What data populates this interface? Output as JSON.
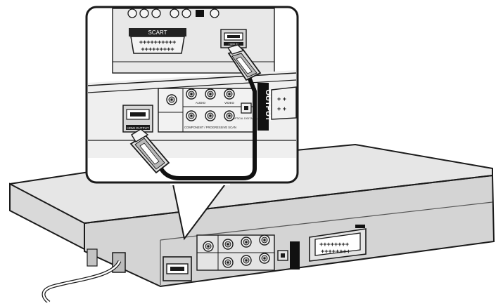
{
  "labels": {
    "scart": "SCART",
    "output": "OUTPUT",
    "audio": "AUDIO",
    "video": "VIDEO",
    "component": "COMPONENT / PROGRESSIVE SCAN",
    "optical": "OPTICAL DIGITAL OUT",
    "hdmi_output": "HDMI OUTPUT",
    "hdmi_tv": "HDMI IN"
  },
  "colors": {
    "outline": "#1a1a1a",
    "panel_fill": "#ececec",
    "panel_dark": "#cfcfcf",
    "player_top": "#e6e6e6",
    "player_side": "#d2d2d2"
  }
}
